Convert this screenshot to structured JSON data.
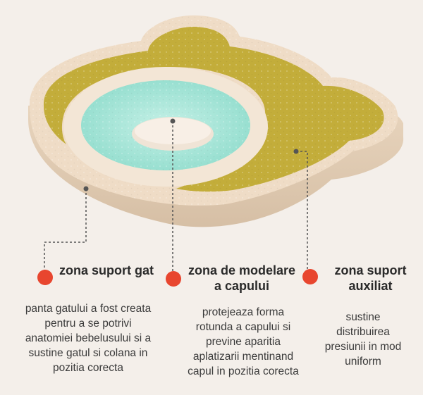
{
  "colors": {
    "background": "#f4efea",
    "pillow_beige": "#efdcc6",
    "pillow_shadow": "#dcc6ad",
    "olive": "#c3ad3a",
    "mint": "#a9e6d9",
    "cream_ring": "#f3e6d6",
    "marker_red": "#e8462f",
    "guide_line": "#555555"
  },
  "zones": [
    {
      "title": "zona suport gat",
      "description": "panta gatului a fost creata\npentru a se potrivi\nanatomiei bebelusului si a\nsustine gatul si colana in\npozitia corecta"
    },
    {
      "title": "zona de modelare\na capului",
      "description": "protejeaza forma\nrotunda a capului si\nprevine aparitia\naplatizarii mentinand\ncapul in pozitia corecta"
    },
    {
      "title": "zona suport\nauxiliat",
      "description": "sustine\ndistribuirea\npresiunii in mod\nuniform"
    }
  ]
}
